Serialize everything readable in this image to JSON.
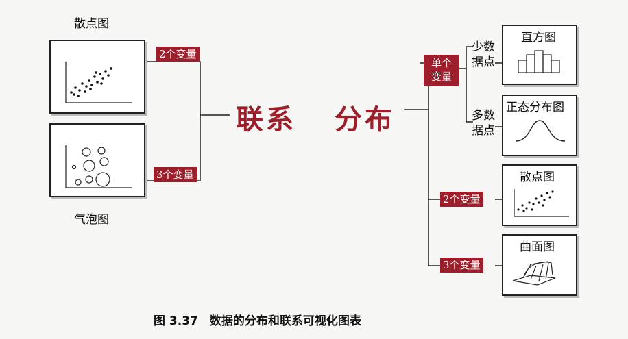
{
  "left": {
    "scatter_title": "散点图",
    "bubble_title": "气泡图",
    "tag_two_vars": "2个变量",
    "tag_three_vars": "3个变量"
  },
  "center": {
    "relation": "联系",
    "distribution": "分布"
  },
  "right": {
    "single_var_line1": "单个",
    "single_var_line2": "变量",
    "few_points_line1": "少数",
    "few_points_line2": "据点",
    "many_points_line1": "多数",
    "many_points_line2": "据点",
    "histogram_title": "直方图",
    "normal_title": "正态分布图",
    "scatter_title": "散点图",
    "surface_title": "曲面图",
    "tag_two_vars": "2个变量",
    "tag_three_vars": "3个变量"
  },
  "caption": "图 3.37　数据的分布和联系可视化图表",
  "colors": {
    "accent": "#9e1f2c",
    "line": "#222222"
  }
}
